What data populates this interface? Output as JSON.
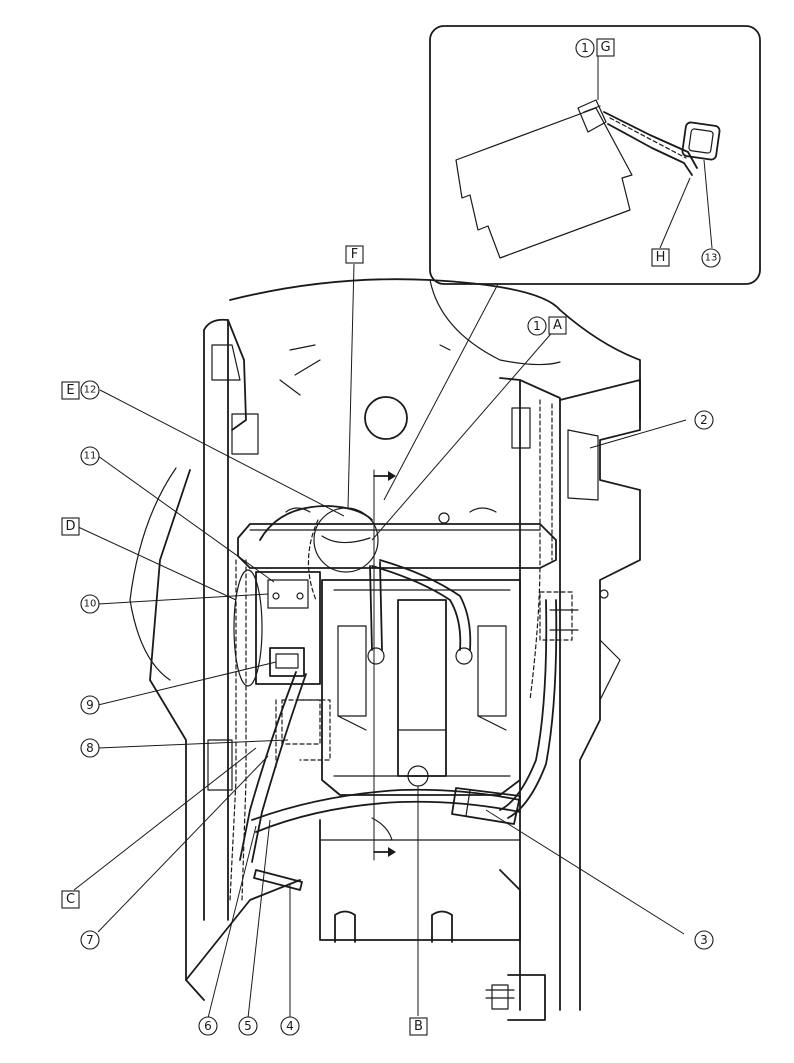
{
  "callouts": {
    "c1_inset": "1",
    "c1_main": "1",
    "c2": "2",
    "c3": "3",
    "c4": "4",
    "c5": "5",
    "c6": "6",
    "c7": "7",
    "c8": "8",
    "c9": "9",
    "c10": "10",
    "c11": "11",
    "c12": "12",
    "c13": "13"
  },
  "letters": {
    "A": "A",
    "B": "B",
    "C": "C",
    "D": "D",
    "E": "E",
    "F": "F",
    "G": "G",
    "H": "H"
  }
}
